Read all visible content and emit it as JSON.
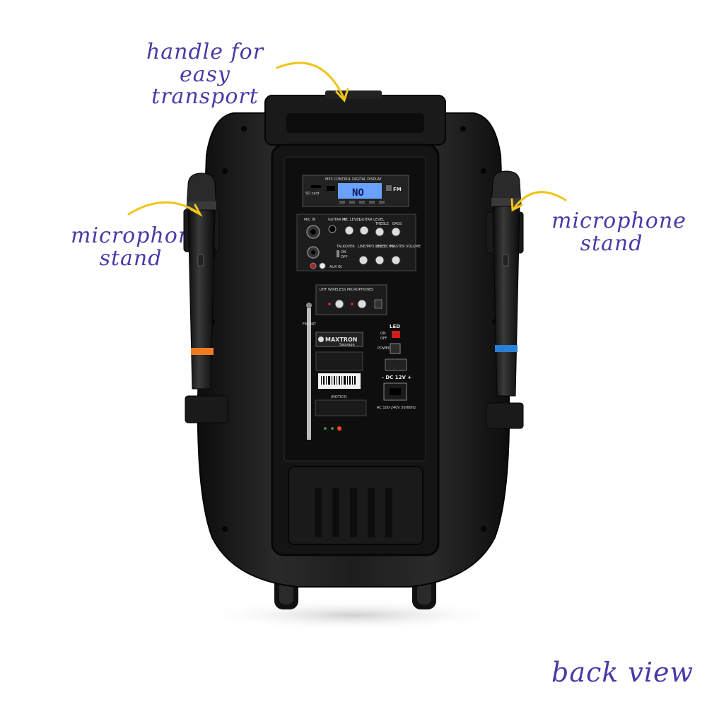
{
  "annotations": {
    "handle": [
      "handle for",
      "easy transport"
    ],
    "mic_left": [
      "microphone",
      "stand"
    ],
    "mic_right": [
      "microphone",
      "stand"
    ],
    "back_view": "back view"
  },
  "panel": {
    "display_title": "MP3 CONTROL DIGITAL DISPLAY",
    "display_value": "NO",
    "fm_label": "FM",
    "sd_label": "SD card",
    "mic_in": "MIC IN",
    "guitar_in": "GUITAR IN",
    "mic_level": "MIC LEVEL",
    "guitar_level": "GUITAR LEVEL",
    "treble": "TREBLE",
    "bass": "BASS",
    "talkover": "TALKOVER",
    "on": "ON",
    "off": "OFF",
    "line_level": "LINE/MP3 LEVEL",
    "mic_echo": "MIC ECHO",
    "master_volume": "MASTER VOLUME",
    "aux_in": "AUX IN",
    "wireless_title": "UHF WIRELESS MICROPHONES",
    "led_label": "LED",
    "power_label": "POWER",
    "brand": "MAXTRON",
    "brand_sub": "Sauvage",
    "dc_label": "- DC 12V +",
    "ac_label": "AC 100-240V 50/60Hz",
    "notice_title": "(NOTICE)",
    "fm_ant": "FM ANT"
  },
  "colors": {
    "annotation": "#4a3aa8",
    "arrow": "#f0c419",
    "body": "#1c1c1c",
    "panel": "#111111",
    "mic_left_band": "#f07a22",
    "mic_right_band": "#2b7fd6",
    "display": "#6aa0ff"
  }
}
